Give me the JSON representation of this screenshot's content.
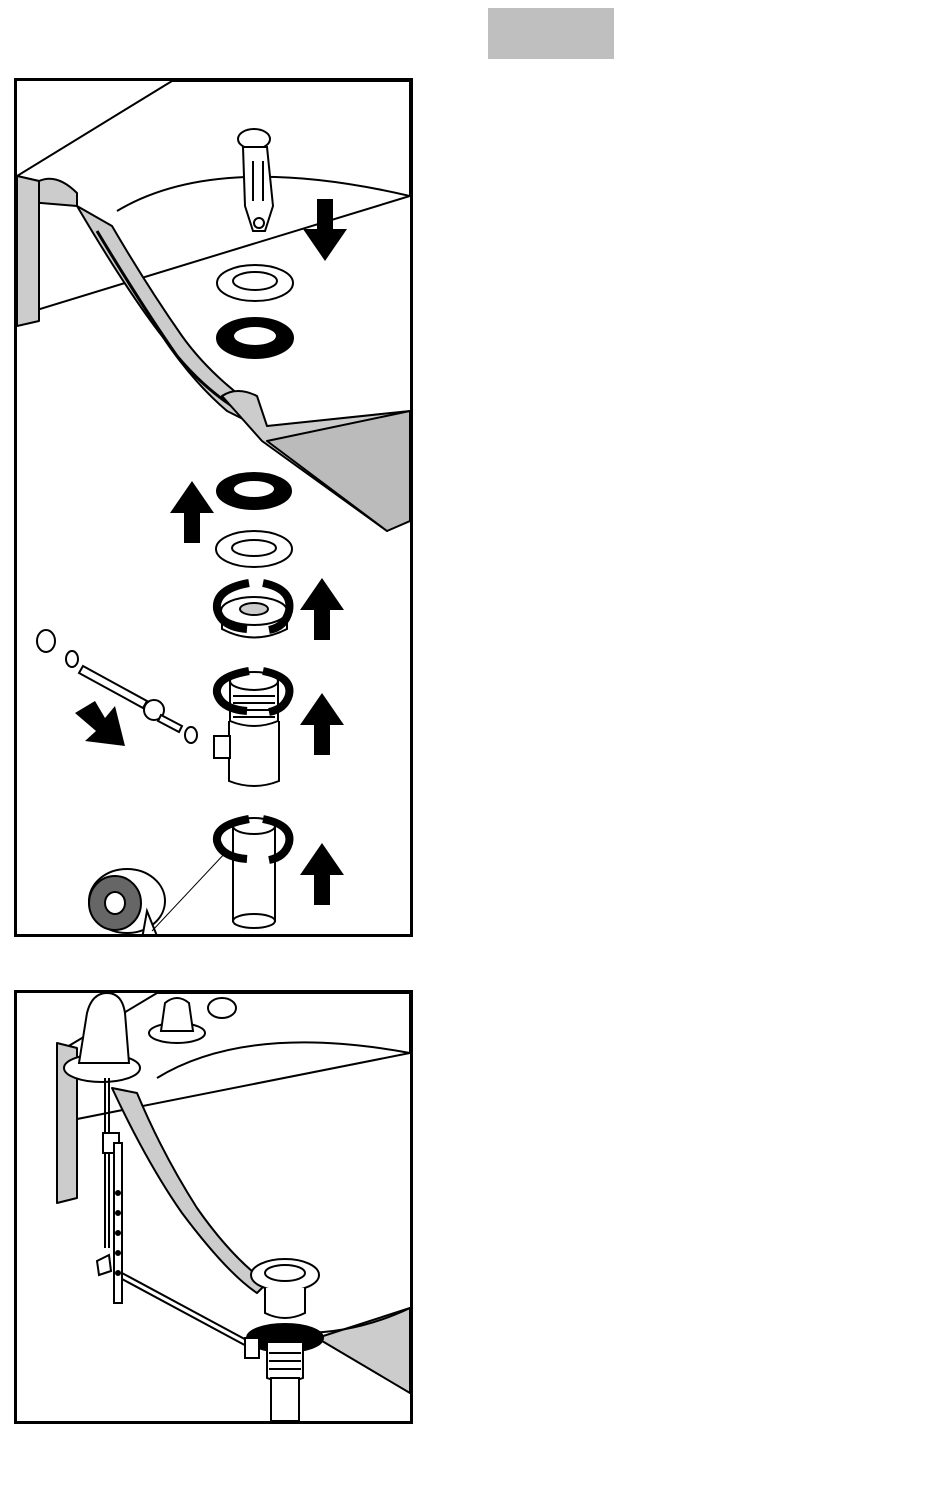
{
  "page": {
    "header_tab_color": "#bfbfbf",
    "colors": {
      "outline": "#000000",
      "sink_fill": "#cccccc",
      "part_fill": "#ffffff",
      "gasket_fill": "#000000",
      "tape_fill": "#666666"
    }
  },
  "figures": [
    {
      "id": "disassembly",
      "icons": [
        "pop-up-stopper-icon",
        "flange-icon",
        "gasket-icon",
        "drain-body-icon",
        "pivot-rod-icon",
        "tailpiece-icon",
        "thread-tape-icon"
      ],
      "arrows": [
        "down",
        "up",
        "up",
        "up",
        "right-down",
        "up"
      ],
      "rotation_arrows": 3
    },
    {
      "id": "assembled",
      "icons": [
        "faucet-icon",
        "lift-rod-icon",
        "clevis-strap-icon",
        "installed-drain-icon"
      ]
    }
  ]
}
